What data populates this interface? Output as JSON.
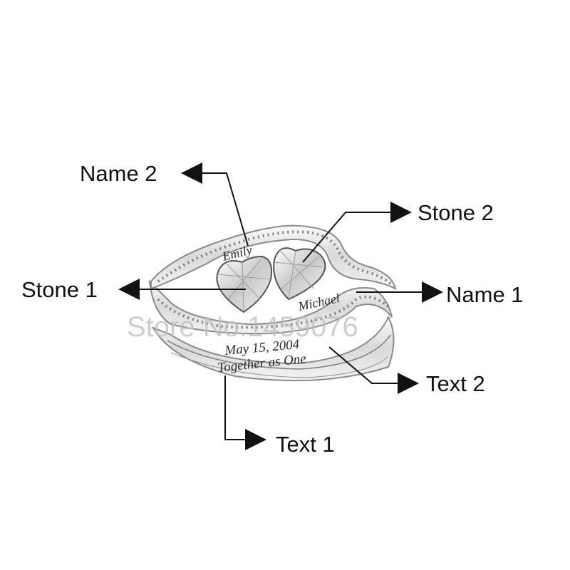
{
  "callouts": {
    "name2": "Name 2",
    "stone2": "Stone 2",
    "stone1": "Stone 1",
    "name1": "Name 1",
    "text2": "Text 2",
    "text1": "Text 1"
  },
  "engravings": {
    "name_emily": "Emily",
    "name_michael": "Michael",
    "date": "May 15, 2004",
    "motto": "Together as One"
  },
  "watermark": "Store No.1459076",
  "colors": {
    "background": "#ffffff",
    "metal": "#e6e6e6",
    "metal_edge": "#8a8a8a",
    "pointer": "#111111"
  }
}
